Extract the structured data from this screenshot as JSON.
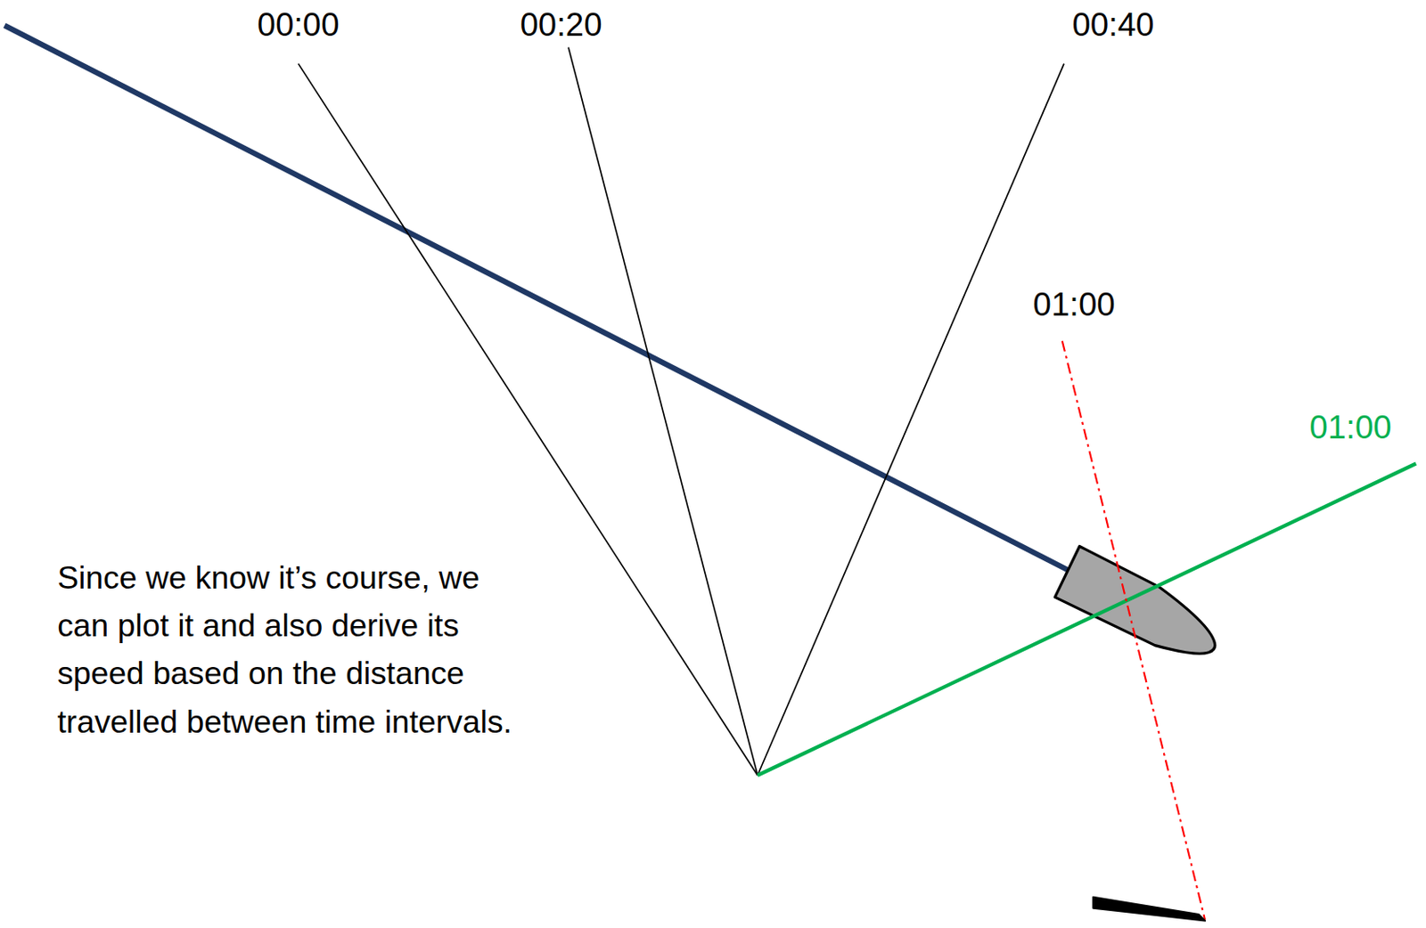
{
  "diagram": {
    "labels": [
      "00:00",
      "00:20",
      "00:40",
      "01:00",
      "01:00",
      "Since we know it’s course, we can plot it and also derive its speed based on the distance travelled between time intervals."
    ]
  }
}
